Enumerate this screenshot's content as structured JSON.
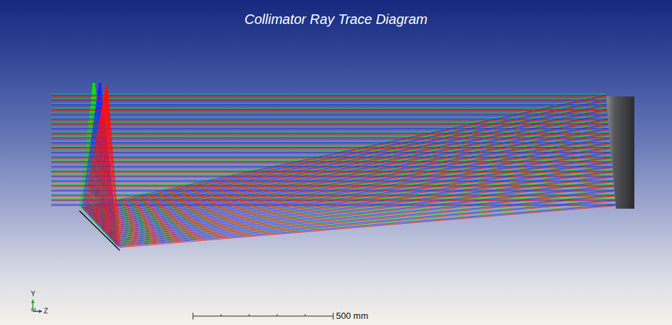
{
  "diagram": {
    "title": "Collimator Ray Trace Diagram",
    "labels": [
      "Y",
      "Z",
      "500 mm"
    ]
  }
}
